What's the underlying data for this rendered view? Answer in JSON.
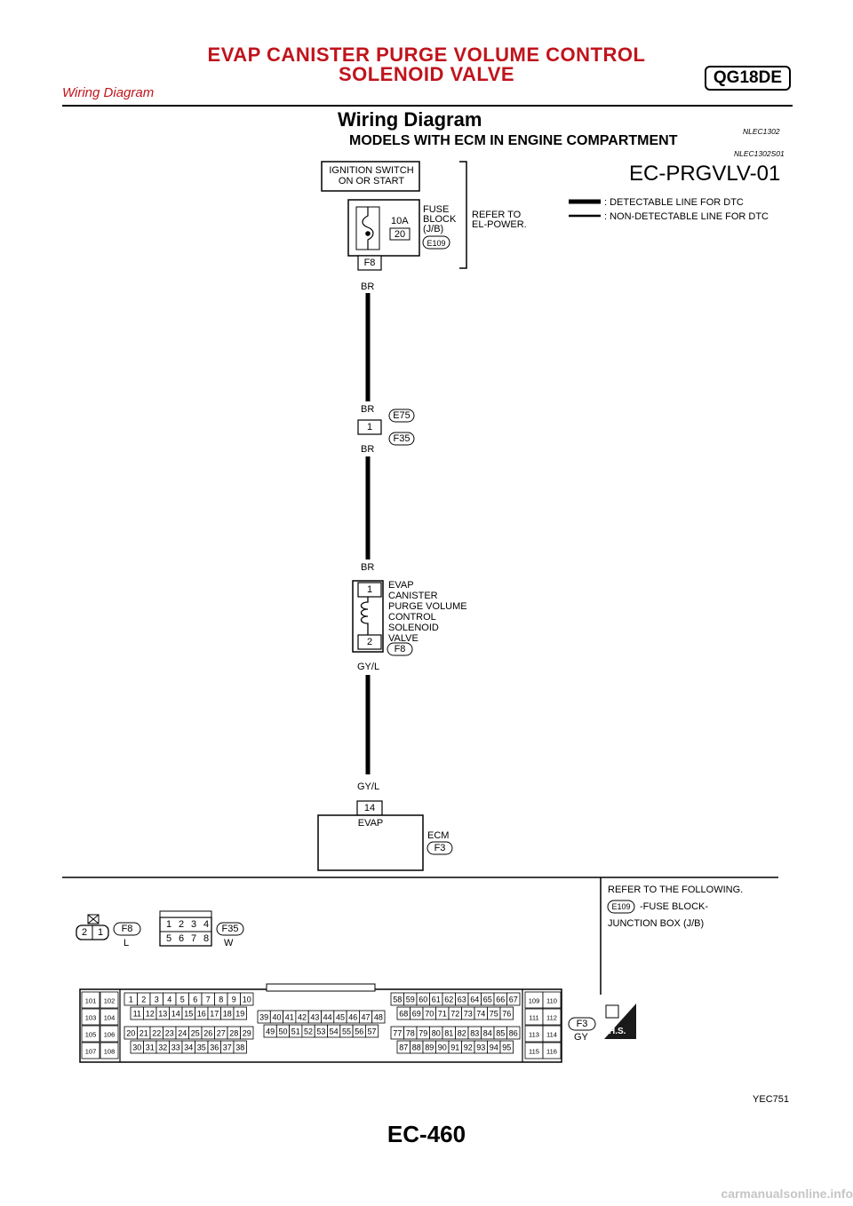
{
  "header": {
    "title_line1": "EVAP CANISTER PURGE VOLUME CONTROL",
    "title_line2": "SOLENOID VALVE",
    "badge": "QG18DE",
    "subtitle": "Wiring Diagram"
  },
  "section": {
    "title": "Wiring Diagram",
    "title_ref": "NLEC1302",
    "subtitle": "MODELS WITH ECM IN ENGINE COMPARTMENT",
    "subtitle_ref": "NLEC1302S01"
  },
  "diagram_id": "EC-PRGVLV-01",
  "legend": {
    "detectable": ": DETECTABLE LINE FOR DTC",
    "non_detectable": ": NON-DETECTABLE LINE FOR DTC"
  },
  "ignition": {
    "line1": "IGNITION SWITCH",
    "line2": "ON OR START"
  },
  "fuse": {
    "amp": "10A",
    "number": "20",
    "label1": "FUSE",
    "label2": "BLOCK",
    "label3": "(J/B)",
    "connector": "E109",
    "terminal": "F8"
  },
  "refer_power": {
    "line1": "REFER TO",
    "line2": "EL-POWER."
  },
  "wire_colors": {
    "br": "BR",
    "gyl": "GY/L"
  },
  "joint": {
    "pin": "1",
    "conn_top": "E75",
    "conn_bottom": "F35"
  },
  "solenoid": {
    "pin_top": "1",
    "pin_bottom": "2",
    "connector": "F8",
    "name1": "EVAP",
    "name2": "CANISTER",
    "name3": "PURGE VOLUME",
    "name4": "CONTROL",
    "name5": "SOLENOID",
    "name6": "VALVE"
  },
  "ecm": {
    "pin": "14",
    "pin_label": "EVAP",
    "name": "ECM",
    "connector": "F3"
  },
  "refer_following": {
    "line1": "REFER TO THE FOLLOWING.",
    "connector": "E109",
    "item": "-FUSE BLOCK-",
    "item2": "JUNCTION BOX (J/B)"
  },
  "connector_f8": {
    "name": "F8",
    "color": "L",
    "pins": [
      "2",
      "1"
    ]
  },
  "connector_f35": {
    "name": "F35",
    "color": "W",
    "row1": [
      "1",
      "2",
      "3",
      "4"
    ],
    "row2": [
      "5",
      "6",
      "7",
      "8"
    ]
  },
  "connector_f3": {
    "name": "F3",
    "color": "GY"
  },
  "hs_badge": "H.S.",
  "figure_code": "YEC751",
  "page_number": "EC-460",
  "watermark": "carmanualsonline.info",
  "colors": {
    "header_red": "#c0141c",
    "line_black": "#000000"
  }
}
